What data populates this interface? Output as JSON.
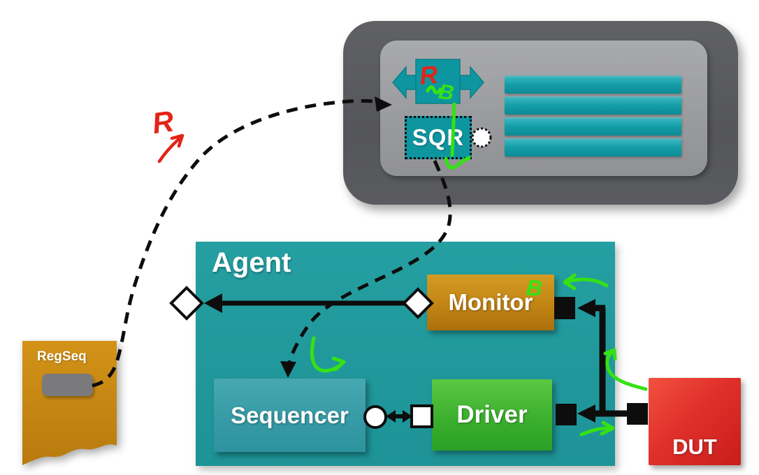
{
  "env": {
    "sqr_label": "SQR"
  },
  "agent": {
    "title": "Agent",
    "monitor_label": "Monitor",
    "sequencer_label": "Sequencer",
    "driver_label": "Driver"
  },
  "dut": {
    "label": "DUT"
  },
  "regseq": {
    "label": "RegSeq"
  },
  "annotations": {
    "red_r_side": "R",
    "red_r_adapter": "R",
    "green_b_adapter": "B",
    "green_b_monitor": "B"
  },
  "colors": {
    "teal": "#0e96a0",
    "agent_bg": "#21999b",
    "monitor_orange": "#c18414",
    "driver_green": "#3cb02e",
    "dut_red": "#d92722",
    "regseq_gold": "#c88a13",
    "annotation_green": "#35e213",
    "annotation_red": "#e42318",
    "line_black": "#0d0d0d"
  }
}
